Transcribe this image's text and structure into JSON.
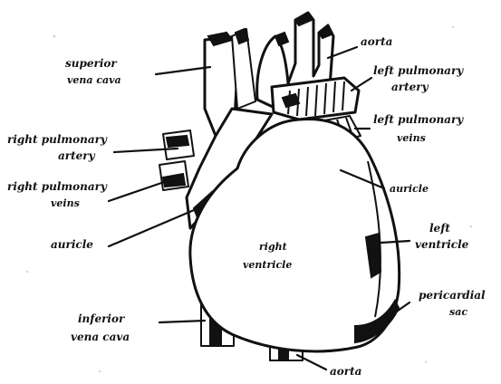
{
  "labels": {
    "superior_vena_cava": [
      "superior",
      "vena cava"
    ],
    "aorta_top": "aorta",
    "left_pulmonary_artery": [
      "left pulmonary",
      "artery"
    ],
    "left_pulmonary_veins": [
      "left pulmonary",
      "veins"
    ],
    "right_pulmonary_artery": [
      "right pulmonary",
      "artery"
    ],
    "right_pulmonary_veins": [
      "right pulmonary",
      "veins"
    ],
    "auricle_right": "auricle",
    "auricle_left": "auricle",
    "right_ventricle": [
      "right",
      "ventricle"
    ],
    "left_ventricle": [
      "left",
      "ventricle"
    ],
    "pericardial_sac": [
      "pericardial",
      "sac"
    ],
    "inferior_vena_cava": [
      "inferior",
      "vena cava"
    ],
    "aorta_bottom": "aorta"
  }
}
